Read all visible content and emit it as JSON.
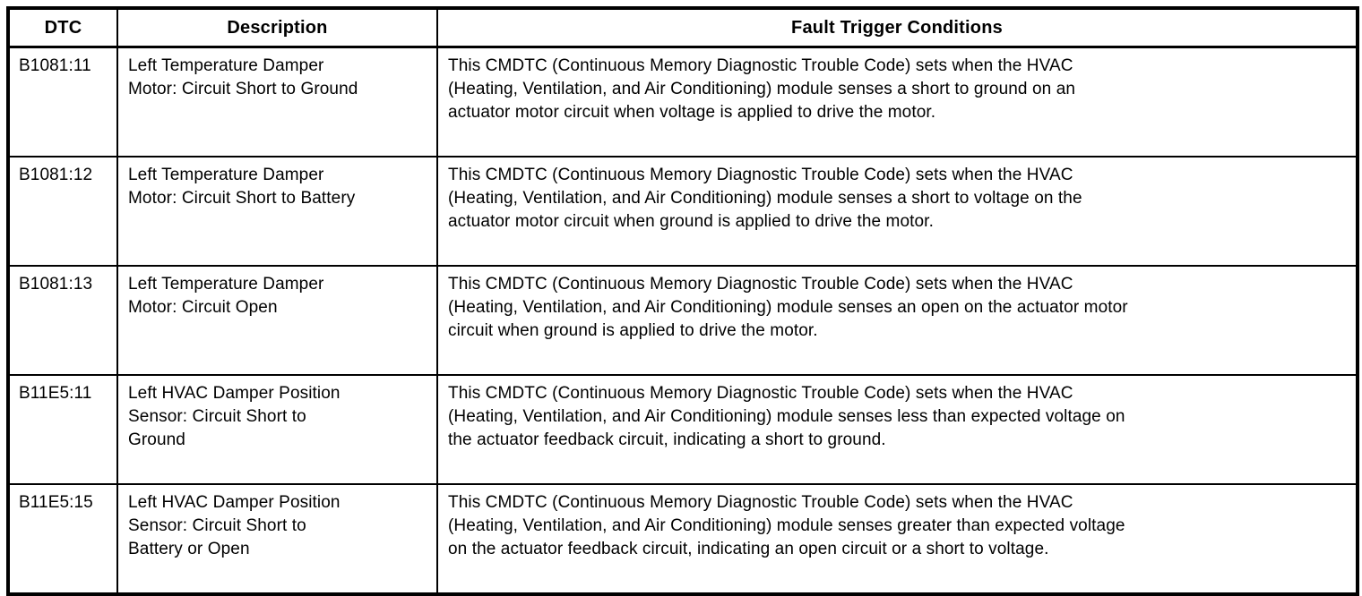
{
  "table": {
    "columns": {
      "dtc": "DTC",
      "description": "Description",
      "fault": "Fault Trigger Conditions"
    },
    "rows": [
      {
        "dtc": "B1081:11",
        "description": "Left Temperature Damper\nMotor: Circuit Short to Ground",
        "fault": "This CMDTC (Continuous Memory Diagnostic Trouble Code) sets when the HVAC\n(Heating, Ventilation, and Air Conditioning) module senses a short to ground on an\nactuator motor circuit when voltage is applied to drive the motor."
      },
      {
        "dtc": "B1081:12",
        "description": "Left Temperature Damper\nMotor: Circuit Short to Battery",
        "fault": "This CMDTC (Continuous Memory Diagnostic Trouble Code) sets when the HVAC\n(Heating, Ventilation, and Air Conditioning) module senses a short to voltage on the\nactuator motor circuit when ground is applied to drive the motor."
      },
      {
        "dtc": "B1081:13",
        "description": "Left Temperature Damper\nMotor: Circuit Open",
        "fault": "This CMDTC (Continuous Memory Diagnostic Trouble Code) sets when the HVAC\n(Heating, Ventilation, and Air Conditioning) module senses an open on the actuator motor\ncircuit when ground is applied to drive the motor."
      },
      {
        "dtc": "B11E5:11",
        "description": "Left HVAC Damper Position\nSensor: Circuit Short to\nGround",
        "fault": "This CMDTC (Continuous Memory Diagnostic Trouble Code) sets when the HVAC\n(Heating, Ventilation, and Air Conditioning) module senses less than expected voltage on\nthe actuator feedback circuit, indicating a short to ground."
      },
      {
        "dtc": "B11E5:15",
        "description": "Left HVAC Damper Position\nSensor: Circuit Short to\nBattery or Open",
        "fault": "This CMDTC (Continuous Memory Diagnostic Trouble Code) sets when the HVAC\n(Heating, Ventilation, and Air Conditioning) module senses greater than expected voltage\non the actuator feedback circuit, indicating an open circuit or a short to voltage."
      }
    ]
  }
}
